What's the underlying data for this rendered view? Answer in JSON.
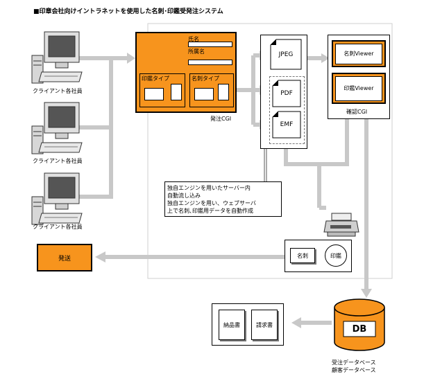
{
  "title": "■印章会社向けイントラネットを使用した名刺･印鑑受発注システム",
  "clients": [
    {
      "label": "クライアント各社員"
    },
    {
      "label": "クライアント各社員"
    },
    {
      "label": "クライアント各社員"
    }
  ],
  "cgi_form": {
    "field_name": "氏名",
    "field_dept": "所属名",
    "inkan_type": "印鑑タイプ",
    "meishi_type": "名刺タイプ",
    "caption": "発注CGI"
  },
  "formats": [
    "JPEG",
    "PDF",
    "EMF"
  ],
  "viewers": {
    "meishi": "名刺Viewer",
    "inkan": "印鑑Viewer",
    "caption": "確認CGI"
  },
  "note": {
    "line1": "独自エンジンを用いたサーバー内",
    "line2": "自動流し込み",
    "line3": "独自エンジンを用い、ウェブサーバ",
    "line4": "上で名刺､印鑑用データを自動作成"
  },
  "products": {
    "meishi": "名刺",
    "inkan": "印鑑"
  },
  "shipping": "発送",
  "db": {
    "label": "DB",
    "caption1": "受注データベース",
    "caption2": "顧客データベース"
  },
  "documents": {
    "delivery": "納品書",
    "invoice": "請求書"
  },
  "colors": {
    "orange": "#f7941d",
    "arrow": "#c8c8c8"
  }
}
